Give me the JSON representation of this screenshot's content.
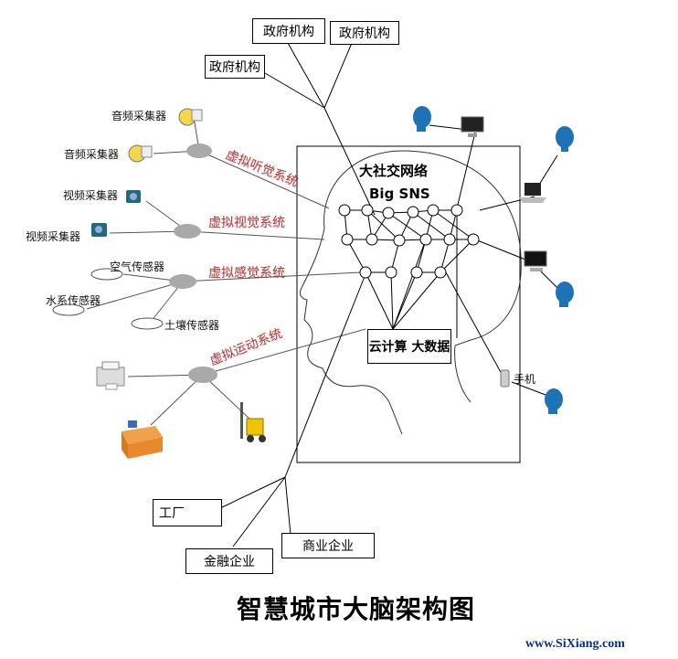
{
  "gov_boxes": [
    "政府机构",
    "政府机构",
    "政府机构"
  ],
  "collectors": {
    "audio1": "音频采集器",
    "audio2": "音频采集器",
    "video1": "视频采集器",
    "video2": "视频采集器",
    "air": "空气传感器",
    "water": "水系传感器",
    "soil": "土壤传感器"
  },
  "systems": {
    "hearing": "虚拟听觉系统",
    "vision": "虚拟视觉系统",
    "sense": "虚拟感觉系统",
    "motion": "虚拟运动系统"
  },
  "brain": {
    "sns_line1": "大社交网络",
    "sns_line2": "Big SNS",
    "cloud": "云计算 大数据"
  },
  "phone_label": "手机",
  "enterprise_boxes": {
    "factory": "工厂",
    "commerce": "商业企业",
    "finance": "金融企业"
  },
  "title": "智慧城市大脑架构图",
  "watermark": "www.SiXiang.com",
  "colors": {
    "system_label": "#b23a3a",
    "hub_node": "#a9a9a9",
    "user_icon": "#1e73b5",
    "watermark": "#0a2aa0"
  }
}
